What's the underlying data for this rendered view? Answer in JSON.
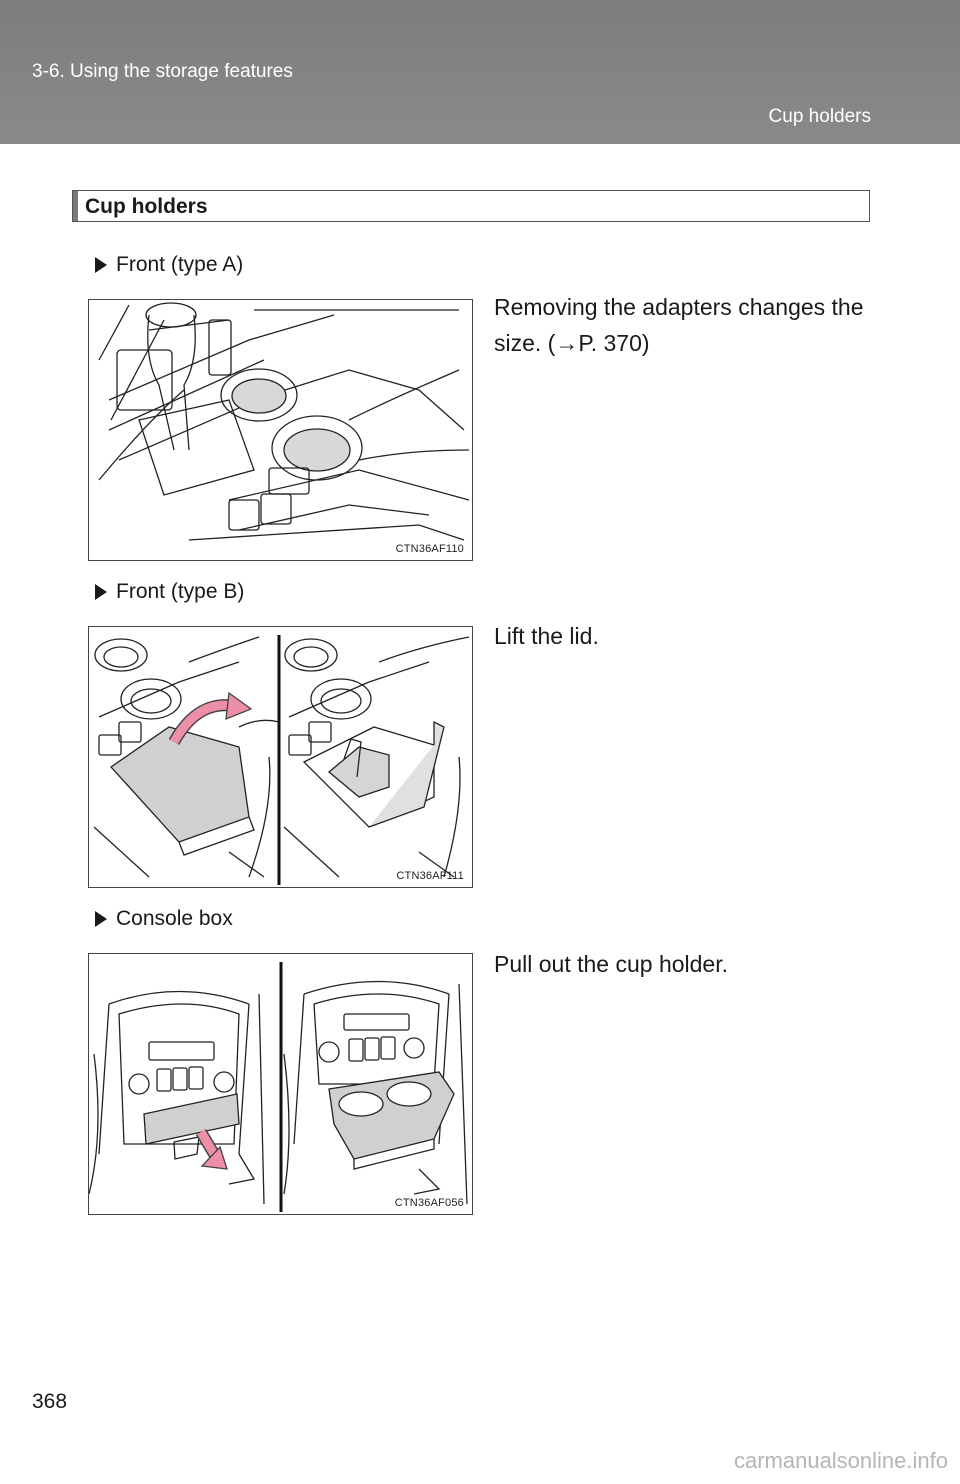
{
  "header": {
    "chapter": "3-6. Using the storage features",
    "section": "Cup holders"
  },
  "title": "Cup holders",
  "items": [
    {
      "heading": "Front (type A)",
      "description": "Removing the adapters changes the size. (→P. 370)",
      "figure_code": "CTN36AF110"
    },
    {
      "heading": "Front (type B)",
      "description": "Lift the lid.",
      "figure_code": "CTN36AF111"
    },
    {
      "heading": "Console box",
      "description": "Pull out the cup holder.",
      "figure_code": "CTN36AF056"
    }
  ],
  "page_number": "368",
  "watermark": "carmanualsonline.info",
  "colors": {
    "header_bg": "#858585",
    "arrow": "#ee8fa8",
    "lid_fill": "#d0d0d0"
  }
}
